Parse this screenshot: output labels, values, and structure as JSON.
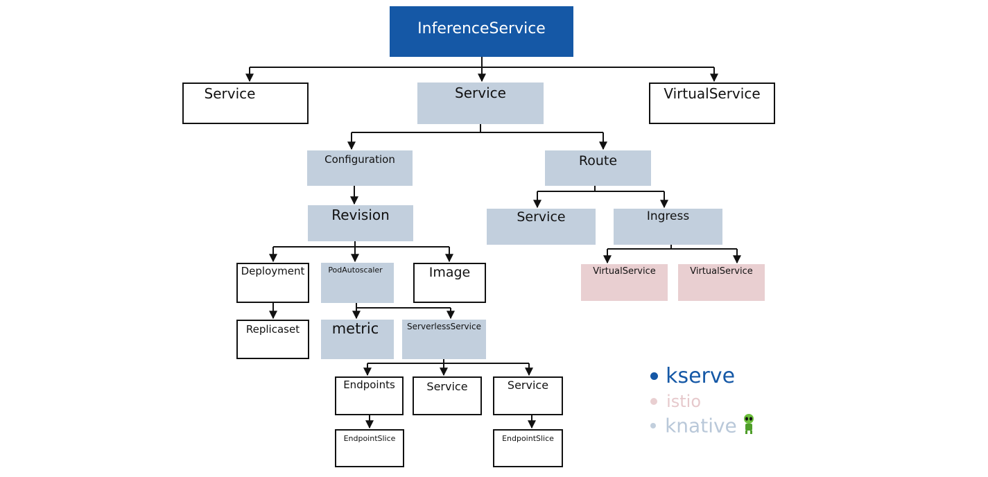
{
  "diagram": {
    "nodes": {
      "inference_service": "InferenceService",
      "service_left": "Service",
      "service_center": "Service",
      "virtual_service_right": "VirtualService",
      "configuration": "Configuration",
      "route": "Route",
      "revision": "Revision",
      "route_service": "Service",
      "ingress": "Ingress",
      "deployment": "Deployment",
      "pod_autoscaler": "PodAutoscaler",
      "image": "Image",
      "virtual_service_a": "VirtualService",
      "virtual_service_b": "VirtualService",
      "replicaset": "Replicaset",
      "metric": "metric",
      "serverless_service": "ServerlessService",
      "endpoints": "Endpoints",
      "sks_service_1": "Service",
      "sks_service_2": "Service",
      "endpoint_slice_1": "EndpointSlice",
      "endpoint_slice_2": "EndpointSlice"
    },
    "legend": {
      "kserve": "kserve",
      "istio": "istio",
      "knative": "knative"
    }
  },
  "colors": {
    "kserve": "#1558a6",
    "istio": "#e9cfd1",
    "knative": "#c2cfdd",
    "istio_text": "#e6c9cc",
    "knative_text": "#b9c8d9"
  },
  "icons": {
    "knative_mascot": "alien-mascot-icon"
  }
}
